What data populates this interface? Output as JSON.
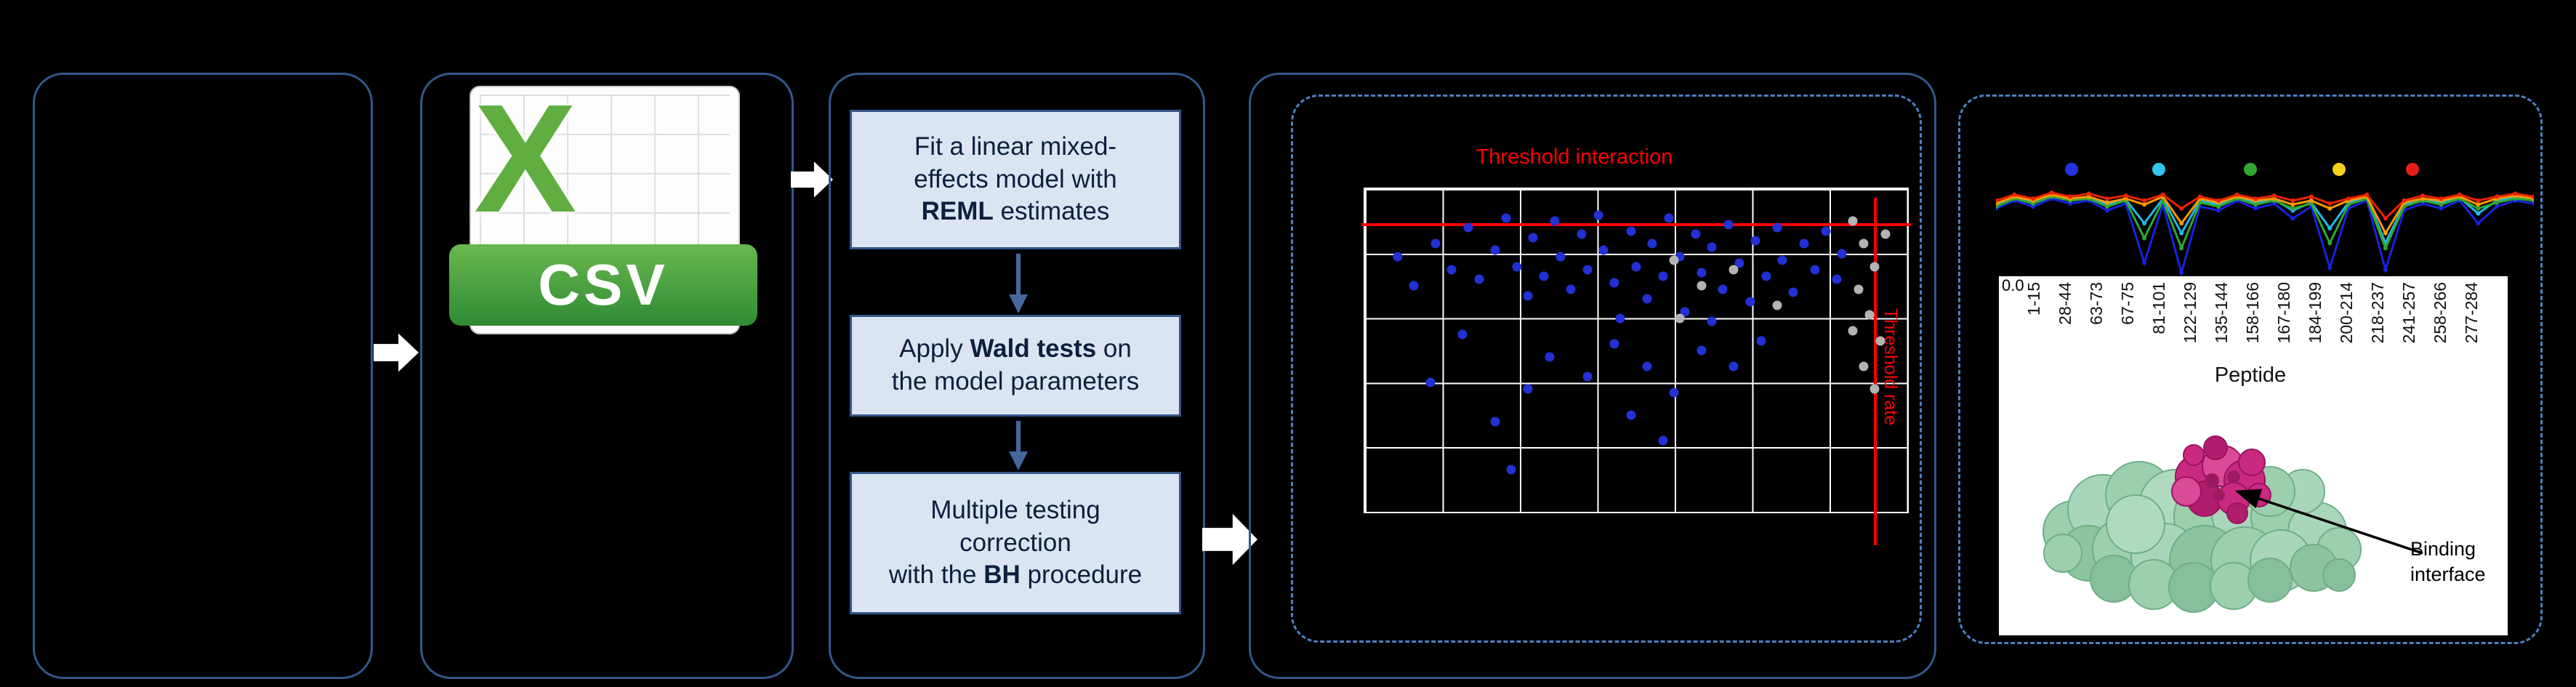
{
  "colors": {
    "panel_border": "#33578a",
    "dashed_border": "#4e80c0",
    "step_fill": "#dbe5f2",
    "threshold_red": "#ff0000",
    "scatter_blue": "#2231d4",
    "scatter_gray": "#b3b3b3",
    "excel_green": "#5fae3f",
    "banner_green": "#2f8b34"
  },
  "csv_icon": {
    "letter": "X",
    "label": "CSV"
  },
  "steps": {
    "a": {
      "l1": "Fit a linear mixed-",
      "l2": "effects model with",
      "l3b": "REML",
      "l3r": " estimates"
    },
    "b": {
      "l1a": "Apply ",
      "l1b": "Wald tests",
      "l1c": " on",
      "l2": "the model parameters"
    },
    "c": {
      "l1": "Multiple testing",
      "l2": "correction",
      "l3a": "with the ",
      "l3b": "BH",
      "l3c": " procedure"
    }
  },
  "chart_data": [
    {
      "type": "scatter",
      "title": "Threshold interaction",
      "right_axis_label": "Threshold rate",
      "grid": {
        "cols": 7,
        "rows": 5
      },
      "threshold_h_pct": 10.6,
      "threshold_v_pct": 93.8,
      "blue_points": [
        [
          6,
          21
        ],
        [
          9,
          30
        ],
        [
          13,
          17
        ],
        [
          16,
          25
        ],
        [
          19,
          12
        ],
        [
          21,
          28
        ],
        [
          24,
          19
        ],
        [
          26,
          9
        ],
        [
          28,
          24
        ],
        [
          30,
          33
        ],
        [
          31,
          15
        ],
        [
          33,
          27
        ],
        [
          35,
          10
        ],
        [
          36,
          21
        ],
        [
          38,
          31
        ],
        [
          40,
          14
        ],
        [
          41,
          25
        ],
        [
          43,
          8
        ],
        [
          44,
          19
        ],
        [
          46,
          29
        ],
        [
          47,
          40
        ],
        [
          49,
          13
        ],
        [
          50,
          24
        ],
        [
          52,
          34
        ],
        [
          53,
          17
        ],
        [
          55,
          27
        ],
        [
          56,
          9
        ],
        [
          58,
          21
        ],
        [
          59,
          38
        ],
        [
          61,
          14
        ],
        [
          62,
          26
        ],
        [
          64,
          18
        ],
        [
          66,
          31
        ],
        [
          67,
          11
        ],
        [
          69,
          23
        ],
        [
          71,
          35
        ],
        [
          72,
          16
        ],
        [
          74,
          27
        ],
        [
          76,
          12
        ],
        [
          77,
          22
        ],
        [
          79,
          32
        ],
        [
          81,
          17
        ],
        [
          83,
          25
        ],
        [
          85,
          13
        ],
        [
          87,
          28
        ],
        [
          88,
          20
        ],
        [
          34,
          52
        ],
        [
          41,
          58
        ],
        [
          46,
          48
        ],
        [
          52,
          55
        ],
        [
          57,
          63
        ],
        [
          62,
          50
        ],
        [
          30,
          62
        ],
        [
          24,
          72
        ],
        [
          49,
          70
        ],
        [
          55,
          78
        ],
        [
          18,
          45
        ],
        [
          12,
          60
        ],
        [
          68,
          55
        ],
        [
          73,
          47
        ],
        [
          27,
          87
        ],
        [
          64,
          41
        ]
      ],
      "gray_points": [
        [
          90,
          10
        ],
        [
          92,
          17
        ],
        [
          94,
          24
        ],
        [
          91,
          31
        ],
        [
          93,
          39
        ],
        [
          95,
          47
        ],
        [
          92,
          55
        ],
        [
          94,
          62
        ],
        [
          96,
          14
        ],
        [
          90,
          44
        ],
        [
          57,
          22
        ],
        [
          62,
          30
        ],
        [
          58,
          40
        ],
        [
          76,
          36
        ],
        [
          68,
          25
        ]
      ]
    },
    {
      "type": "line",
      "y_tick": "0.0",
      "xlabel": "Peptide",
      "x_labels": [
        "1-15",
        "28-44",
        "63-73",
        "67-75",
        "81-101",
        "122-129",
        "135-144",
        "158-166",
        "167-180",
        "184-199",
        "200-214",
        "218-237",
        "241-257",
        "258-266",
        "277-284"
      ],
      "legend_dot_colors": [
        "#2233dd",
        "#33c6ee",
        "#2fa832",
        "#f3d11c",
        "#e32119"
      ],
      "series": [
        {
          "name": "blue",
          "color": "#1822dd",
          "values": [
            0.7,
            0.78,
            0.72,
            0.8,
            0.75,
            0.78,
            0.68,
            0.75,
            0.15,
            0.74,
            0.05,
            0.72,
            0.68,
            0.78,
            0.7,
            0.75,
            0.6,
            0.72,
            0.1,
            0.7,
            0.78,
            0.08,
            0.68,
            0.75,
            0.7,
            0.78,
            0.55,
            0.72,
            0.78,
            0.75
          ]
        },
        {
          "name": "cyan",
          "color": "#25b8e8",
          "values": [
            0.74,
            0.81,
            0.76,
            0.83,
            0.79,
            0.81,
            0.74,
            0.79,
            0.55,
            0.8,
            0.45,
            0.78,
            0.74,
            0.81,
            0.76,
            0.79,
            0.68,
            0.76,
            0.5,
            0.76,
            0.81,
            0.35,
            0.74,
            0.79,
            0.76,
            0.81,
            0.65,
            0.78,
            0.81,
            0.79
          ]
        },
        {
          "name": "green",
          "color": "#2fa832",
          "values": [
            0.72,
            0.8,
            0.75,
            0.82,
            0.78,
            0.8,
            0.72,
            0.78,
            0.4,
            0.78,
            0.3,
            0.76,
            0.72,
            0.8,
            0.74,
            0.78,
            0.7,
            0.75,
            0.35,
            0.74,
            0.8,
            0.3,
            0.72,
            0.78,
            0.74,
            0.8,
            0.7,
            0.76,
            0.8,
            0.78
          ]
        },
        {
          "name": "orange",
          "color": "#ff9900",
          "values": [
            0.75,
            0.82,
            0.78,
            0.84,
            0.8,
            0.82,
            0.76,
            0.8,
            0.74,
            0.82,
            0.55,
            0.8,
            0.76,
            0.82,
            0.78,
            0.8,
            0.74,
            0.78,
            0.7,
            0.78,
            0.82,
            0.45,
            0.76,
            0.8,
            0.78,
            0.82,
            0.74,
            0.8,
            0.83,
            0.8
          ]
        },
        {
          "name": "red",
          "color": "#ee2200",
          "values": [
            0.78,
            0.84,
            0.8,
            0.86,
            0.82,
            0.85,
            0.8,
            0.83,
            0.78,
            0.84,
            0.7,
            0.82,
            0.78,
            0.84,
            0.8,
            0.83,
            0.78,
            0.82,
            0.75,
            0.8,
            0.84,
            0.6,
            0.78,
            0.83,
            0.8,
            0.84,
            0.78,
            0.82,
            0.85,
            0.82
          ]
        }
      ]
    }
  ],
  "protein": {
    "annotation_l1": "Binding",
    "annotation_l2": "interface"
  }
}
